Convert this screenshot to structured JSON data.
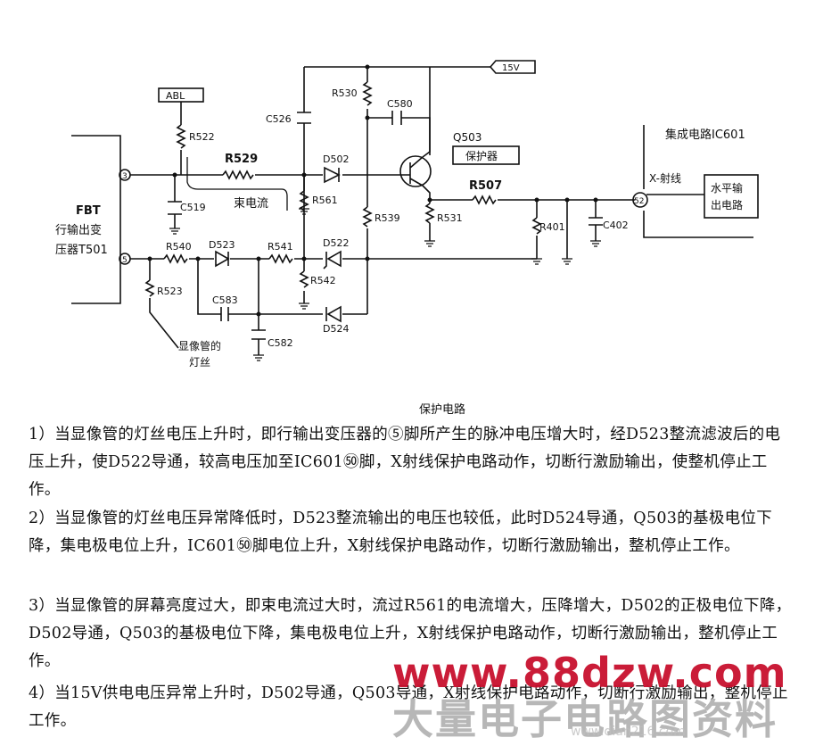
{
  "diagram": {
    "labels": {
      "abl": "ABL",
      "v15": "15V",
      "fbt_line1": "FBT",
      "fbt_line2": "行输出变",
      "fbt_line3": "压器T501",
      "pin3": "3",
      "pin5": "5",
      "pin52": "52",
      "r522": "R522",
      "r529": "R529",
      "c519": "C519",
      "beam_current": "束电流",
      "r540": "R540",
      "d523": "D523",
      "r541": "R541",
      "d522": "D522",
      "r523": "R523",
      "c583": "C583",
      "c582": "C582",
      "r542": "R542",
      "d524": "D524",
      "filament_line1": "显像管的",
      "filament_line2": "灯丝",
      "c526": "C526",
      "r530": "R530",
      "c580": "C580",
      "d502": "D502",
      "r561": "R561",
      "r539": "R539",
      "q503": "Q503",
      "protector": "保护器",
      "r507": "R507",
      "r531": "R531",
      "r401": "R401",
      "c402": "C402",
      "ic601": "集成电路IC601",
      "xray": "X-射线",
      "hout_line1": "水平输",
      "hout_line2": "出电路"
    }
  },
  "caption": "保护电路",
  "paragraphs": [
    "1）当显像管的灯丝电压上升时，即行输出变压器的⑤脚所产生的脉冲电压增大时，经D523整流滤波后的电压上升，使D522导通，较高电压加至IC601㊿脚，X射线保护电路动作，切断行激励输出，使整机停止工作。",
    "2）当显像管的灯丝电压异常降低时，D523整流输出的电压也较低，此时D524导通，Q503的基极电位下降，集电极电位上升，IC601㊿脚电位上升，X射线保护电路动作，切断行激励输出，整机停止工作。",
    "3）当显像管的屏幕亮度过大，即束电流过大时，流过R561的电流增大，压降增大，D502的正极电位下降，D502导通，Q503的基极电位下降，集电极电位上升，X射线保护电路动作，切断行激励输出，整机停止工作。",
    "4）当15V供电电压异常上升时，D502导通，Q503导通，X射线保护电路动作，切断行激励输出，整机停止工作。"
  ],
  "watermark": {
    "url": "www.88dzw.com",
    "name": "大量电子电路图资料",
    "sub": "www.dian216.com"
  }
}
